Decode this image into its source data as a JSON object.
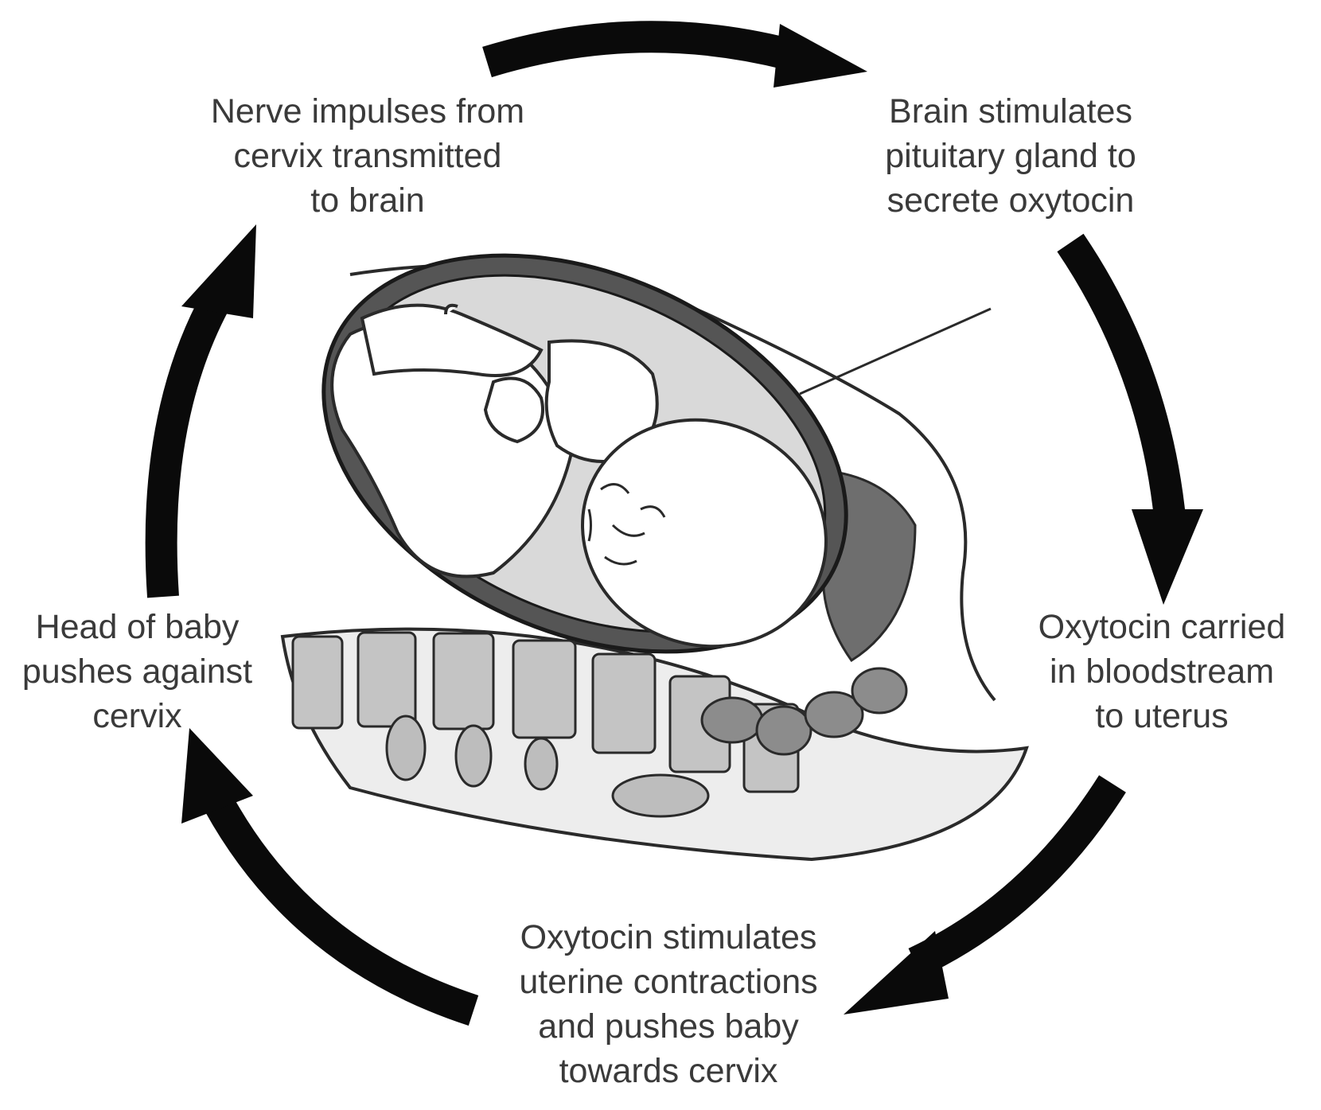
{
  "diagram": {
    "steps": [
      {
        "id": "nerve",
        "lines": [
          "Nerve impulses from",
          "cervix transmitted",
          "to brain"
        ]
      },
      {
        "id": "brain",
        "lines": [
          "Brain stimulates",
          "pituitary gland to",
          "secrete oxytocin"
        ]
      },
      {
        "id": "carried",
        "lines": [
          "Oxytocin carried",
          "in bloodstream",
          "to uterus"
        ]
      },
      {
        "id": "stim",
        "lines": [
          "Oxytocin stimulates",
          "uterine contractions",
          "and pushes baby",
          "towards cervix"
        ]
      },
      {
        "id": "head",
        "lines": [
          "Head of baby",
          "pushes against",
          "cervix"
        ]
      }
    ],
    "colors": {
      "arrow": "#0a0a0a",
      "text": "#3a3a3a",
      "outline": "#2a2a2a",
      "wall_dark": "#555555",
      "fluid": "#d9d9d9",
      "vertebra": "#c4c4c4"
    },
    "illustration": "fetus-in-uterus"
  }
}
